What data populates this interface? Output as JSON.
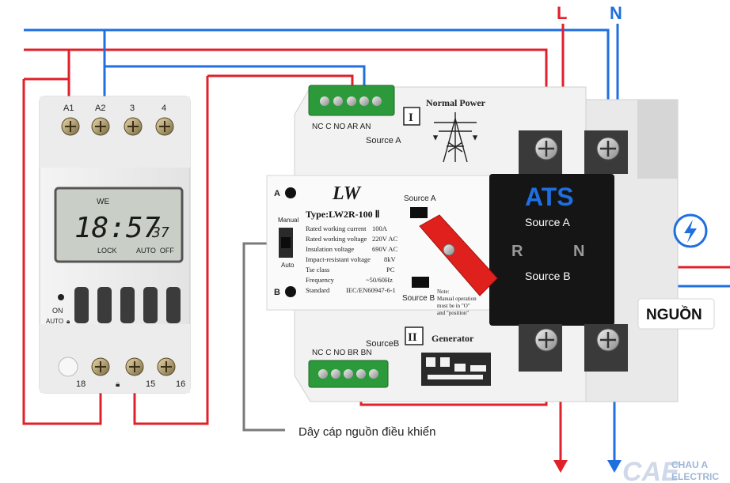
{
  "wires": {
    "line_label": "L",
    "neutral_label": "N",
    "line_color": "#e0202a",
    "neutral_color": "#1f6fe0"
  },
  "timer": {
    "top_terminals": [
      "A1",
      "A2",
      "3",
      "4"
    ],
    "display_day": "WE",
    "display_time": "18:57",
    "display_seconds": "37",
    "display_lock": "LOCK",
    "display_mode": "AUTO  OFF",
    "on_label": "ON",
    "auto_label": "AUTO",
    "bottom_terminals": [
      "18",
      "",
      "15",
      "16"
    ]
  },
  "ats": {
    "top_terminal_label": "NC C NO AR AN",
    "source_a_label": "Source A",
    "roman_one": "I",
    "normal_power": "Normal Power",
    "logo_text": "LW",
    "type_text": "Type:LW2R-100 Ⅱ",
    "specs": [
      {
        "k": "Rated working current",
        "v": "100A"
      },
      {
        "k": "Rated working voltage",
        "v": "220V AC"
      },
      {
        "k": "Insulation voltage",
        "v": "690V AC"
      },
      {
        "k": "Impact-resistant voltage",
        "v": "8kV"
      },
      {
        "k": "Tse class",
        "v": "PC"
      },
      {
        "k": "Frequency",
        "v": "~50/60Hz"
      },
      {
        "k": "Standard",
        "v": "IEC/EN60947-6-1"
      }
    ],
    "a_indicator": "A",
    "b_indicator": "B",
    "manual_label": "Manual",
    "auto_label": "Auto",
    "window_source_a": "Source A",
    "window_source_b": "Source B",
    "note_text": [
      "Note:",
      "Manual operation",
      "must be in \"O\"",
      "and \"position\""
    ],
    "bottom_terminal_label": "NC C NO BR BN",
    "source_b_label": "SourceB",
    "roman_two": "II",
    "generator_label": "Generator",
    "panel_title": "ATS",
    "panel_source_a": "Source A",
    "panel_r": "R",
    "panel_n": "N",
    "panel_source_b": "Source B"
  },
  "callouts": {
    "power_label": "NGUỒN",
    "control_cable_label": "Dây cáp nguồn điều khiển"
  },
  "brand": {
    "name_line1": "CHAU A",
    "name_line2": "ELECTRIC"
  }
}
